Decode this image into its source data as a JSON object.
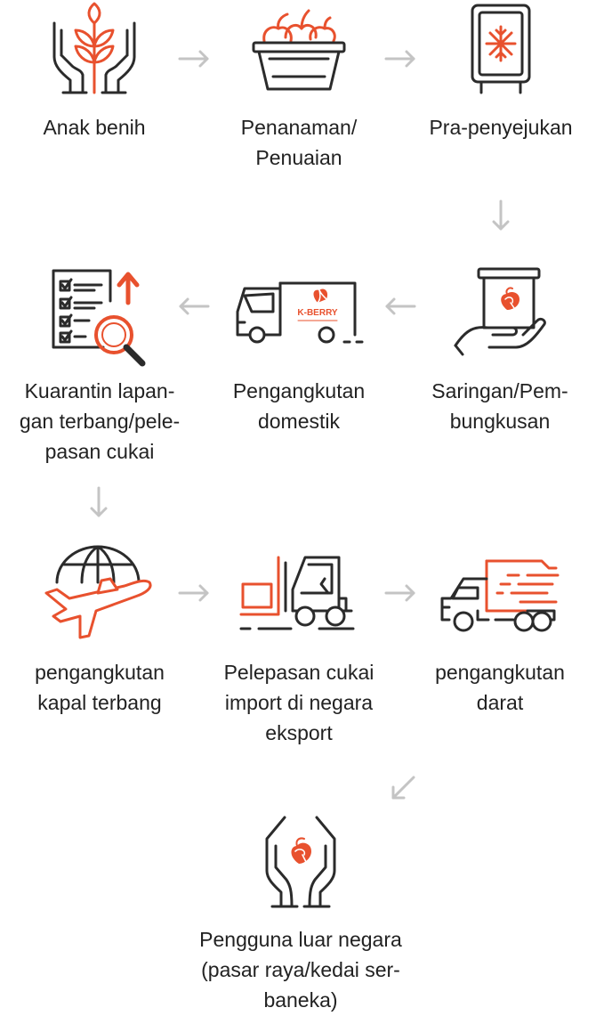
{
  "colors": {
    "outline": "#2b2b2b",
    "accent": "#e8512e",
    "arrow": "#c4c4c4"
  },
  "logo_text": "K-BERRY",
  "steps": [
    {
      "icon": "seedling-hands-icon",
      "label": "Anak benih"
    },
    {
      "icon": "harvest-basket-icon",
      "label": "Penanaman/\nPenuaian"
    },
    {
      "icon": "refrigerator-snowflake-icon",
      "label": "Pra-penyejukan"
    },
    {
      "icon": "hand-holding-box-icon",
      "label": "Saringan/Pem-\nbungkusan"
    },
    {
      "icon": "delivery-truck-icon",
      "label": "Pengangkutan\ndomestik"
    },
    {
      "icon": "checklist-magnifier-icon",
      "label": "Kuarantin lapan-\ngan terbang/pele-\npasan cukai"
    },
    {
      "icon": "airplane-globe-icon",
      "label": "pengangkutan\nkapal terbang"
    },
    {
      "icon": "forklift-icon",
      "label": "Pelepasan cukai\nimport di negara\neksport"
    },
    {
      "icon": "fast-truck-icon",
      "label": "pengangkutan\ndarat"
    },
    {
      "icon": "hands-strawberry-icon",
      "label": "Pengguna luar negara\n(pasar raya/kedai ser-\nbaneka)"
    }
  ]
}
